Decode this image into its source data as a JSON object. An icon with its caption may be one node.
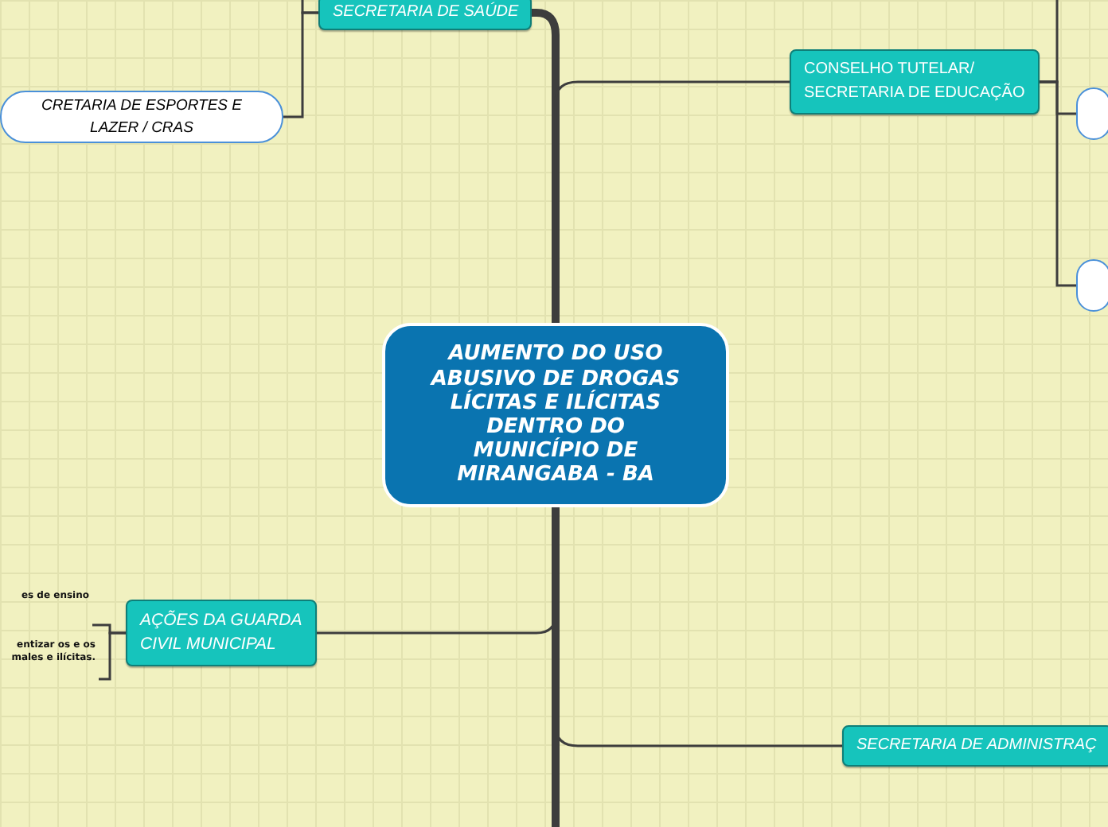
{
  "diagram": {
    "nodes": [
      {
        "text": [
          "AUMENTO DO USO ABUSIVO DE DROGAS LÍCITAS E ILÍCITAS DENTRO DO MUNICÍPIO DE MIRANGABA - BA"
        ]
      },
      {
        "text": [
          "SECRETARIA DE SAÚDE"
        ]
      },
      {
        "text": [
          "CRETARIA DE ESPORTES E LAZER / CRAS"
        ]
      },
      {
        "text": [
          "CONSELHO TUTELAR/ SECRETARIA DE EDUCAÇÃO"
        ]
      },
      {
        "text": [],
        "shape": "box"
      },
      {
        "text": [],
        "shape": "box"
      },
      {
        "text": [
          "AÇÕES DA GUARDA CIVIL MUNICIPAL"
        ]
      },
      {
        "text": [
          "es de ensino"
        ]
      },
      {
        "text": [
          "entizar os e os males e ilícitas."
        ]
      },
      {
        "text": [
          "SECRETARIA DE ADMINISTRAÇ"
        ]
      }
    ],
    "edges": [
      {
        "from": 0,
        "to": 1,
        "arrow": "none",
        "style": "thick"
      },
      {
        "from": 1,
        "to": 2,
        "arrow": "none"
      },
      {
        "from": 1,
        "to": null,
        "arrow": "none"
      },
      {
        "from": 0,
        "to": 3,
        "arrow": "none"
      },
      {
        "from": 3,
        "to": 4,
        "arrow": "none"
      },
      {
        "from": 3,
        "to": 5,
        "arrow": "none"
      },
      {
        "from": 3,
        "to": null,
        "arrow": "none"
      },
      {
        "from": 0,
        "to": 6,
        "arrow": "none"
      },
      {
        "from": 6,
        "to": 7,
        "arrow": "none"
      },
      {
        "from": 6,
        "to": 8,
        "arrow": "none"
      },
      {
        "from": 0,
        "to": 9,
        "arrow": "none"
      },
      {
        "from": 0,
        "to": null,
        "arrow": "none",
        "style": "thick"
      }
    ]
  }
}
